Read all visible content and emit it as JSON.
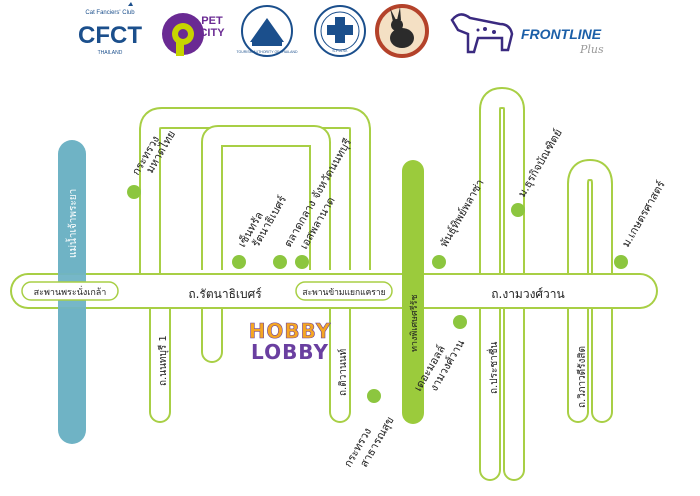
{
  "logos": {
    "cfct": {
      "top": "Cat Fanciers' Club",
      "main": "CFCT",
      "bottom": "THAILAND"
    },
    "petcity": {
      "word1": "PET",
      "word2": "CITY"
    },
    "tat": {
      "text": "TOURISM AUTHORITY OF THAILAND"
    },
    "spaw": {
      "text": "S.P.A.W."
    },
    "frontline": {
      "main": "FRONTLINE",
      "sub": "Plus"
    }
  },
  "roads": {
    "main_west": "ถ.รัตนาธิเบศร์",
    "main_east": "ถ.งามวงศ์วาน",
    "nonthaburi1": "ถ.นนทบุรี 1",
    "tiwanon": "ถ.ติวานนท์",
    "prachachuen": "ถ.ประชาชื่น",
    "vibhavadi": "ถ.วิภาวดีรังสิต"
  },
  "bridges": {
    "phra_nang_klao": "สะพานพระนั่งเกล้า",
    "khae_rai": "สะพานข้ามแยกแคราย"
  },
  "river": "แม่น้ำเจ้าพระยา",
  "expressway": "ทางพิเศษศรีรัช",
  "places": {
    "interior_ministry": [
      "กระทรวง",
      "มหาดไทย"
    ],
    "central_rattanathibet": [
      "เซ็นทรัล",
      "รัตนาธิเบศร์"
    ],
    "nonthaburi_market": [
      "ตลาดกลาง จังหวัดนนทบุรี",
      "เอสพลานาด"
    ],
    "public_health_ministry": [
      "กระทรวง",
      "สาธารณสุข"
    ],
    "the_mall": [
      "เดอะมอลล์",
      "งามวงศ์วาน"
    ],
    "ph_pavilion": "พันธุ์ทิพย์พลาซ่า",
    "dhurakij": "ม.ธุรกิจบัณฑิตย์",
    "kasetsart": "ม.เกษตรศาสตร์"
  },
  "venue": {
    "line1": "HOBBY",
    "line2": "LOBBY"
  },
  "colors": {
    "road": "#a8cf45",
    "river": "#6fb3c5",
    "expressway": "#9bcb3c",
    "marker": "#8cc63f",
    "hobby_orange": "#f5a623",
    "hobby_purple": "#6a3fa0"
  }
}
